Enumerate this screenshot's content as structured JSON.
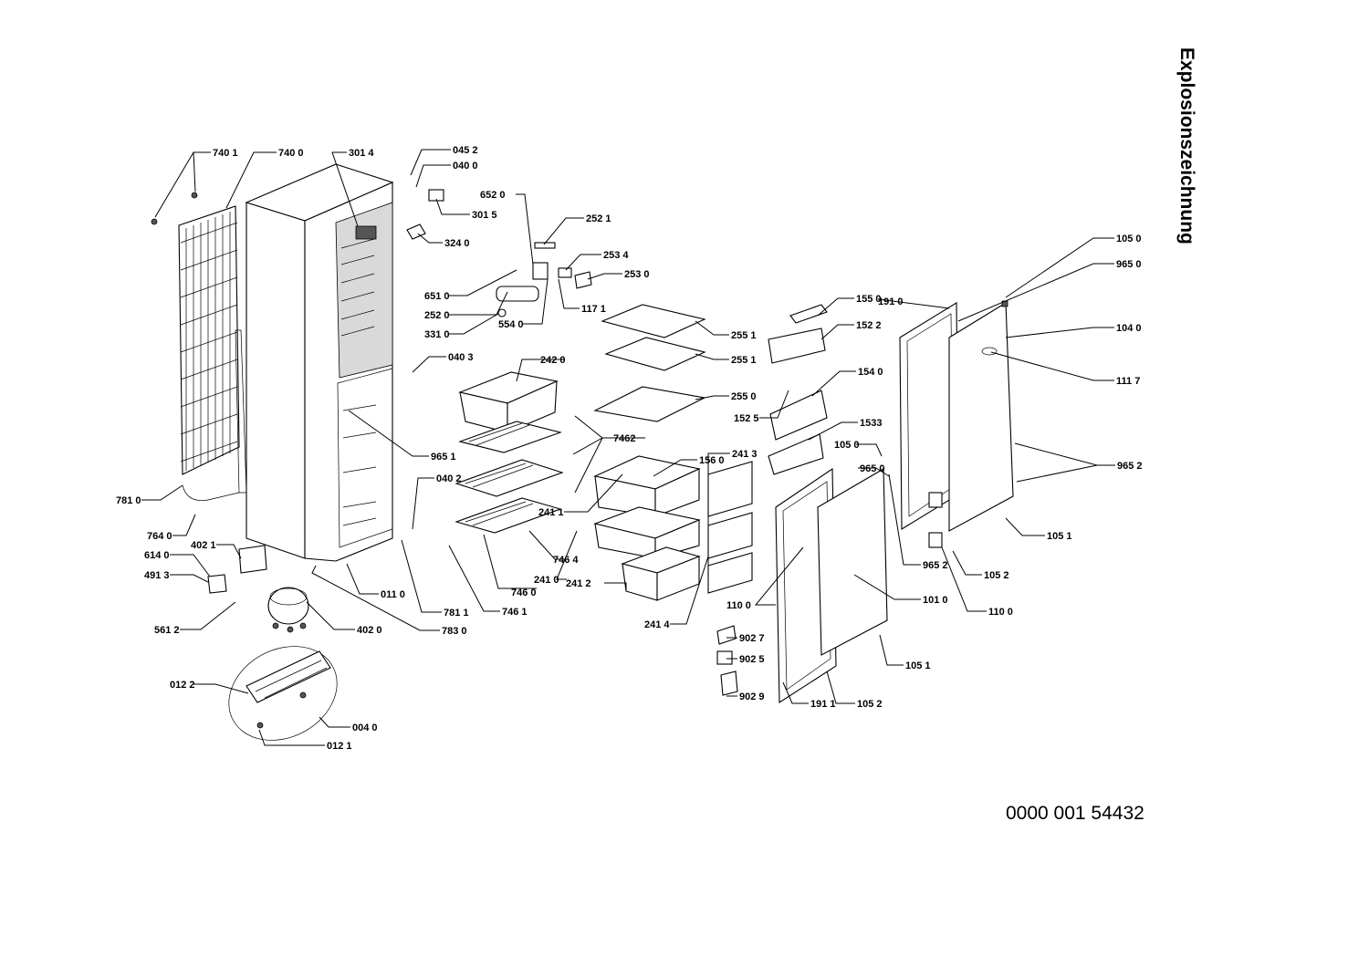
{
  "title": "Explosionszeichnung",
  "document_number": "0000 001 54432",
  "labels": {
    "l7401": "740 1",
    "l7400": "740 0",
    "l3014": "301 4",
    "l0452": "045 2",
    "l0400": "040 0",
    "l6520": "652 0",
    "l3015": "301 5",
    "l2521": "252 1",
    "l3240": "324 0",
    "l2534": "253 4",
    "l2530": "253 0",
    "l6510": "651 0",
    "l1171": "117 1",
    "l2520": "252 0",
    "l5540": "554 0",
    "l3310": "331 0",
    "l0403": "040 3",
    "l2420": "242 0",
    "l2551a": "255 1",
    "l2551b": "255 1",
    "l2550": "255 0",
    "l1550": "155 0",
    "l1522": "152 2",
    "l1910": "191 0",
    "l1050a": "105 0",
    "l9650a": "965 0",
    "l1040": "104 0",
    "l1117": "111 7",
    "l1540": "154 0",
    "l1525": "152 5",
    "l1533": "1533",
    "l7462": "7462",
    "l1560": "156 0",
    "l2413": "241 3",
    "l9651": "965 1",
    "l0402": "040 2",
    "l2411": "241 1",
    "l1050b": "105 0",
    "l9650b": "965 0",
    "l9652a": "965 2",
    "l7810": "781 0",
    "l7640": "764 0",
    "l4021": "402 1",
    "l6140": "614 0",
    "l4913": "491 3",
    "l7464": "746 4",
    "l2410": "241 0",
    "l7460": "746 0",
    "l1051a": "105 1",
    "l9652b": "965 2",
    "l1052a": "105 2",
    "l0110": "011 0",
    "l7811": "781 1",
    "l7461": "746 1",
    "l2412": "241 2",
    "l1100a": "110 0",
    "l1010": "101 0",
    "l1100b": "110 0",
    "l5612": "561 2",
    "l4020": "402 0",
    "l7830": "783 0",
    "l2414": "241 4",
    "l9027": "902 7",
    "l9025": "902 5",
    "l1051b": "105 1",
    "l9029": "902 9",
    "l1911": "191 1",
    "l1052b": "105 2",
    "l0122": "012 2",
    "l0040": "004 0",
    "l0121": "012 1"
  }
}
